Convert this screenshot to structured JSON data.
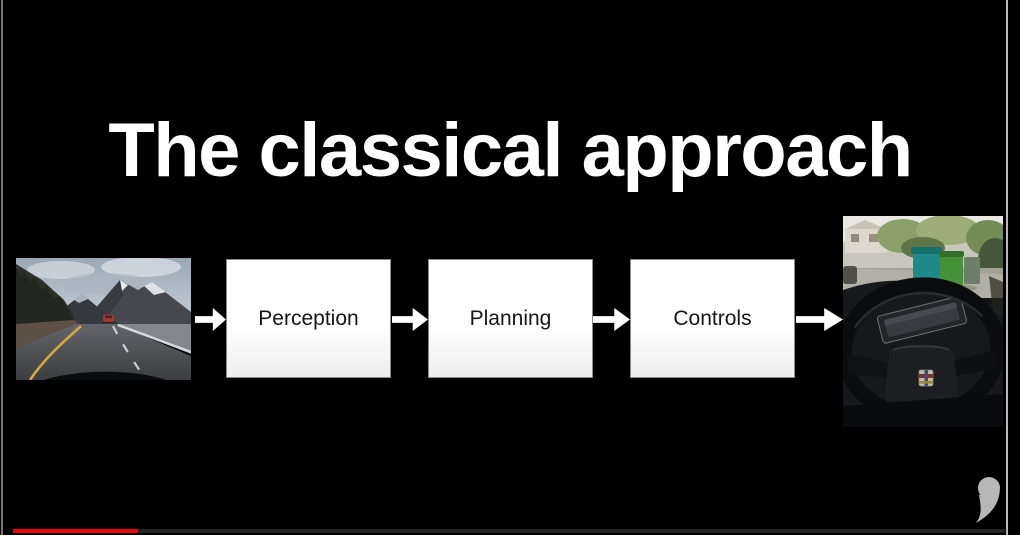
{
  "title": "The classical approach",
  "pipeline": {
    "stages": [
      {
        "label": "Perception"
      },
      {
        "label": "Planning"
      },
      {
        "label": "Controls"
      }
    ],
    "input_image": "dashcam-road-view-with-mountains-and-red-car",
    "output_image": "car-interior-cadillac-steering-wheel-with-street-and-trash-bins"
  },
  "branding": {
    "logo": "comma-logo",
    "logo_color": "#b7b7b7"
  },
  "player": {
    "progress_percent": 12.6,
    "progress_color": "#f00000",
    "track_color": "#232323"
  },
  "colors": {
    "background": "#000000",
    "title_text": "#ffffff",
    "box_fill": "#ffffff",
    "box_border": "#8a8a8a",
    "box_text": "#161616",
    "arrow": "#ffffff"
  }
}
